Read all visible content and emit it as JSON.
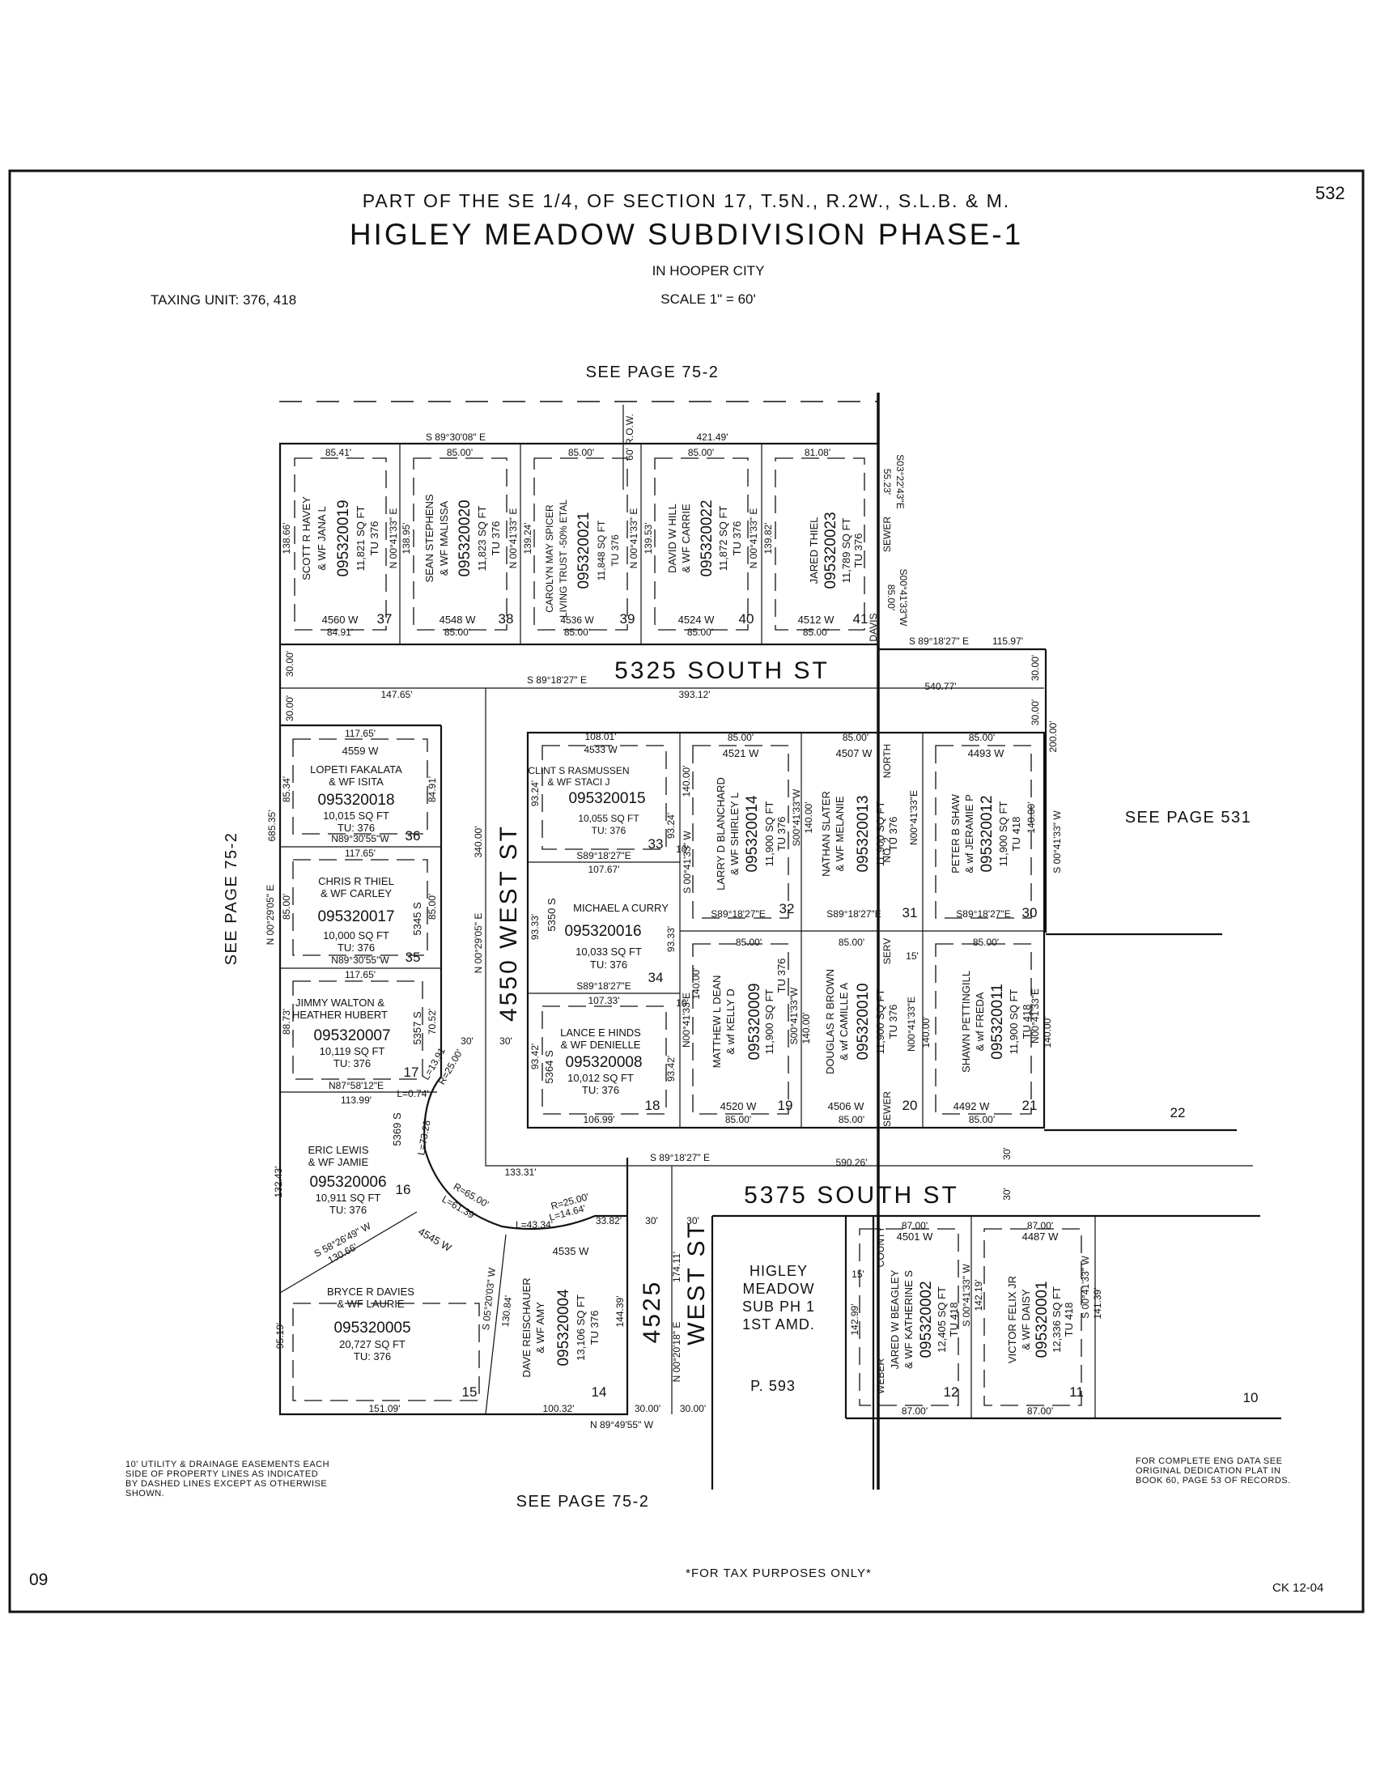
{
  "header": {
    "subtitle": "PART OF THE SE 1/4, OF SECTION 17, T.5N., R.2W., S.L.B. & M.",
    "title": "HIGLEY MEADOW SUBDIVISION PHASE-1",
    "city": "IN HOOPER CITY",
    "scale": "SCALE 1\" = 60'",
    "taxing_unit": "TAXING UNIT: 376, 418",
    "page_number": "532"
  },
  "references": {
    "top": "SEE PAGE 75-2",
    "bottom": "SEE PAGE 75-2",
    "left": "SEE PAGE 75-2",
    "right": "SEE PAGE 531"
  },
  "streets": {
    "s5325": "5325 SOUTH ST",
    "s5375": "5375 SOUTH ST",
    "w4550": "4550 WEST ST",
    "w4525_num": "4525",
    "w4525_name": "WEST ST"
  },
  "lots": [
    {
      "lot": "37",
      "owner1": "SCOTT R HAVEY",
      "owner2": "& WF JANA L",
      "parcel": "095320019",
      "area": "11,821 SQ FT",
      "tu": "TU 376",
      "addr": "4560 W"
    },
    {
      "lot": "38",
      "owner1": "SEAN STEPHENS",
      "owner2": "& WF MALISSA",
      "parcel": "095320020",
      "area": "11,823 SQ FT",
      "tu": "TU 376",
      "addr": "4548 W"
    },
    {
      "lot": "39",
      "owner1": "CAROLYN MAY SPICER",
      "owner2": "LIVING TRUST -50% ETAL",
      "parcel": "095320021",
      "area": "11,848 SQ FT",
      "tu": "TU 376",
      "addr": "4536 W"
    },
    {
      "lot": "40",
      "owner1": "DAVID W HILL",
      "owner2": "& WF CARRIE",
      "parcel": "095320022",
      "area": "11,872 SQ FT",
      "tu": "TU 376",
      "addr": "4524 W"
    },
    {
      "lot": "41",
      "owner1": "JARED THIEL",
      "owner2": "",
      "parcel": "095320023",
      "area": "11,789 SQ FT",
      "tu": "TU 376",
      "addr": "4512 W"
    },
    {
      "lot": "36",
      "owner1": "LOPETI FAKALATA",
      "owner2": "& WF ISITA",
      "parcel": "095320018",
      "area": "10,015 SQ FT",
      "tu": "TU: 376",
      "addr": "4559 W"
    },
    {
      "lot": "35",
      "owner1": "CHRIS R THIEL",
      "owner2": "& WF CARLEY",
      "parcel": "095320017",
      "area": "10,000 SQ FT",
      "tu": "TU: 376",
      "addr": "5345 S"
    },
    {
      "lot": "17",
      "owner1": "JIMMY WALTON &",
      "owner2": "HEATHER HUBERT",
      "parcel": "095320007",
      "area": "10,119 SQ FT",
      "tu": "TU: 376",
      "addr": "5357 S"
    },
    {
      "lot": "16",
      "owner1": "ERIC LEWIS",
      "owner2": "& WF JAMIE",
      "parcel": "095320006",
      "area": "10,911 SQ FT",
      "tu": "TU: 376",
      "addr": "5369 S"
    },
    {
      "lot": "15",
      "owner1": "BRYCE R DAVIES",
      "owner2": "& WF LAURIE",
      "parcel": "095320005",
      "area": "20,727 SQ FT",
      "tu": "TU: 376",
      "addr": "4545 W"
    },
    {
      "lot": "14",
      "owner1": "DAVE REISCHAUER",
      "owner2": "& WF AMY",
      "parcel": "095320004",
      "area": "13,106 SQ FT",
      "tu": "TU 376",
      "addr": "4535 W"
    },
    {
      "lot": "33",
      "owner1": "CLINT S RASMUSSEN",
      "owner2": "& WF STACI J",
      "parcel": "095320015",
      "area": "10,055 SQ FT",
      "tu": "TU: 376",
      "addr": "4533 W"
    },
    {
      "lot": "34",
      "owner1": "MICHAEL A CURRY",
      "owner2": "",
      "parcel": "095320016",
      "area": "10,033 SQ FT",
      "tu": "TU: 376",
      "addr": "5350 S"
    },
    {
      "lot": "18",
      "owner1": "LANCE E HINDS",
      "owner2": "& WF DENIELLE",
      "parcel": "095320008",
      "area": "10,012 SQ FT",
      "tu": "TU: 376",
      "addr": "5364 S"
    },
    {
      "lot": "32",
      "owner1": "LARRY D BLANCHARD",
      "owner2": "& WF SHIRLEY L",
      "parcel": "095320014",
      "area": "11,900 SQ FT",
      "tu": "TU 376",
      "addr": "4521 W"
    },
    {
      "lot": "19",
      "owner1": "MATTHEW L DEAN",
      "owner2": "& wf KELLY D",
      "parcel": "095320009",
      "area": "11,900 SQ FT",
      "tu": "TU 376",
      "addr": "4520 W"
    },
    {
      "lot": "31",
      "owner1": "NATHAN SLATER",
      "owner2": "& WF MELANIE",
      "parcel": "095320013",
      "area": "11,900 SQ FT",
      "tu": "TU 376",
      "addr": "4507 W"
    },
    {
      "lot": "20",
      "owner1": "DOUGLAS R BROWN",
      "owner2": "& wf CAMILLE A",
      "parcel": "095320010",
      "area": "11,900 SQ FT",
      "tu": "TU 376",
      "addr": "4506 W"
    },
    {
      "lot": "30",
      "owner1": "PETER B SHAW",
      "owner2": "& wf JERAMIE P",
      "parcel": "095320012",
      "area": "11,900 SQ FT",
      "tu": "TU 418",
      "addr": "4493 W"
    },
    {
      "lot": "21",
      "owner1": "SHAWN PETTINGILL",
      "owner2": "& wf FREDA",
      "parcel": "095320011",
      "area": "11,900 SQ FT",
      "tu": "TU 418",
      "addr": "4492 W"
    },
    {
      "lot": "12",
      "owner1": "JARED W BEAGLEY",
      "owner2": "& WF KATHERINE S",
      "parcel": "095320002",
      "area": "12,405 SQ FT",
      "tu": "TU 418",
      "addr": "4501 W"
    },
    {
      "lot": "11",
      "owner1": "VICTOR FELIX JR",
      "owner2": "& WF DAISY",
      "parcel": "095320001",
      "area": "12,336 SQ FT",
      "tu": "TU 418",
      "addr": "4487 W"
    }
  ],
  "other_lots": {
    "l22": "22",
    "l10": "10"
  },
  "amended": {
    "line1": "HIGLEY",
    "line2": "MEADOW",
    "line3": "SUB PH 1",
    "line4": "1ST AMD.",
    "page": "P. 593"
  },
  "dims": {
    "top_bearing": "S 89°30'08\" E",
    "top_total": "421.49'",
    "row": "60' R.O.W.",
    "t1": "85.41'",
    "t2": "85.00'",
    "t3": "85.00'",
    "t4": "85.00'",
    "t5": "81.08'",
    "b1": "84.91'",
    "b2": "85.00'",
    "b3": "85.00'",
    "b4": "85.00'",
    "b5": "85.00'",
    "d37l": "138.66'",
    "d37r": "N 00°41'33\" E",
    "d38": "138.95'",
    "d38r": "N 00°41'33\" E",
    "d39": "139.24'",
    "d39r": "N 00°41'33\" E",
    "d40": "139.53'",
    "d40r": "N 00°41'33\" E",
    "d41": "139.82'",
    "east_top": "S03°22'43\"E",
    "east_top2": "55.23'",
    "east_mid": "S00°41'33\"W",
    "east_mid2": "85.00'",
    "s5325_b1": "S 89°18'27\" E",
    "s5325_d1": "115.97'",
    "s5325_b2": "S 89°18'27\" E",
    "s5325_d2": "393.12'",
    "s5325_d3": "147.65'",
    "s5325_d4": "540.77'",
    "w30a": "30.00'",
    "w30b": "30.00'",
    "w30c": "30.00'",
    "w30d": "30.00'",
    "w200": "200.00'",
    "west1": "685.35'",
    "west2": "N 00°29'05\" E",
    "west3": "340.00'",
    "west4": "N 00°29'05\" E",
    "l36t": "117.65'",
    "l36l": "85.34'",
    "l36r": "84.91'",
    "l36b": "N89°30'55\"W",
    "l36b2": "117.65'",
    "l35l": "85.00'",
    "l35r": "85.00'",
    "l35b": "N89°30'55\"W",
    "l35b2": "117.65'",
    "l17l": "88.73'",
    "l17r": "70.52'",
    "l17b": "N87°58'12\"E",
    "l17b2": "113.99'",
    "l17c": "L=0.74'",
    "l17r2": "R=25.00'",
    "l17c2": "L=13.91'",
    "l16l": "132.43'",
    "l16c": "L=73.28'",
    "l16b": "S 58°26'49\" W",
    "l16b2": "130.66'",
    "l16c2": "R=65.00'",
    "l16c3": "L=61.39'",
    "l15l": "95.19'",
    "l15b": "151.09'",
    "l15r": "S 05°20'03\" W",
    "l15r2": "130.84'",
    "l14t": "L=43.34'",
    "l14t2": "R=25.00'",
    "l14t3": "L=14.64'",
    "l14t4": "33.82'",
    "l14r": "144.39'",
    "l14b": "100.32'",
    "bot_bearing": "N 89°49'55\" W",
    "bot30a": "30.00'",
    "bot30b": "30.00'",
    "w4525a": "174.11'",
    "w4525b": "N 00°20'18\" E",
    "l33t": "108.01'",
    "l33l": "93.24'",
    "l33r": "93.24'",
    "l33b": "S89°18'27\"E",
    "l33b2": "107.67'",
    "l34l": "93.33'",
    "l34r": "93.33'",
    "l34b": "S89°18'27\"E",
    "l34b2": "107.33'",
    "l18l": "93.42'",
    "l18r": "93.42'",
    "l18b": "106.99'",
    "l32t": "85.00'",
    "l32d": "140.00'",
    "l32b": "S 00°41'33\" W",
    "l32b2": "S89°18'27\"E",
    "l32c": "85.00'",
    "l19a": "N00°41'33\"E",
    "l19b": "140.00'",
    "l19c": "S00°41'33\"W",
    "l19d": "140.00'",
    "l19e": "85.00'",
    "l31t": "85.00'",
    "l31d": "140.00'",
    "l31b": "S00°41'33\"W",
    "l31b2": "S89°18'27\"E",
    "l31c": "85.00'",
    "l20b": "85.00'",
    "l20d": "N00°41'33\"E",
    "l20e": "140.00'",
    "l30t": "85.00'",
    "l30d": "140.00'",
    "l30b": "N00°41'33\"E",
    "l30b2": "S89°18'27\"E",
    "l30c": "85.00'",
    "l30e": "S 00°41'33\" W",
    "l21d": "N00°41'33\"E",
    "l21e": "140.00'",
    "l21b": "85.00'",
    "s5375_b": "S 89°18'27\" E",
    "s5375_d1": "133.31'",
    "s5375_d2": "590.26'",
    "s5375_30": "30'",
    "s5375_30b": "30'",
    "st30a": "30'",
    "st30b": "30'",
    "st30c": "30'",
    "st30d": "30'",
    "st15a": "15'",
    "st15b": "15'",
    "st10a": "10'",
    "st10b": "10'",
    "l12t": "87.00'",
    "l12b": "87.00'",
    "l12d": "142.99'",
    "l12e": "S 00°41'33\" W",
    "l12f": "142.19'",
    "l11t": "87.00'",
    "l11b": "87.00'",
    "l11e": "S 00°41'33\" W",
    "l11f": "141.39'",
    "north_serv": "NORTH",
    "serv2": "NO. 2",
    "serv3": "SERV",
    "sewer": "SEWER",
    "sewer2": "SEWER",
    "davis": "DAVIS",
    "county": "COUNTY",
    "weber": "WEBER"
  },
  "notes": {
    "easement1": "10' UTILITY & DRAINAGE EASEMENTS EACH",
    "easement2": "SIDE OF PROPERTY LINES AS INDICATED",
    "easement3": "BY DASHED LINES EXCEPT AS OTHERWISE",
    "easement4": "SHOWN.",
    "eng1": "FOR COMPLETE ENG DATA SEE",
    "eng2": "ORIGINAL DEDICATION PLAT IN",
    "eng3": "BOOK 60, PAGE 53 OF RECORDS.",
    "tax": "*FOR TAX PURPOSES ONLY*",
    "year": "09",
    "ck": "CK 12-04"
  }
}
